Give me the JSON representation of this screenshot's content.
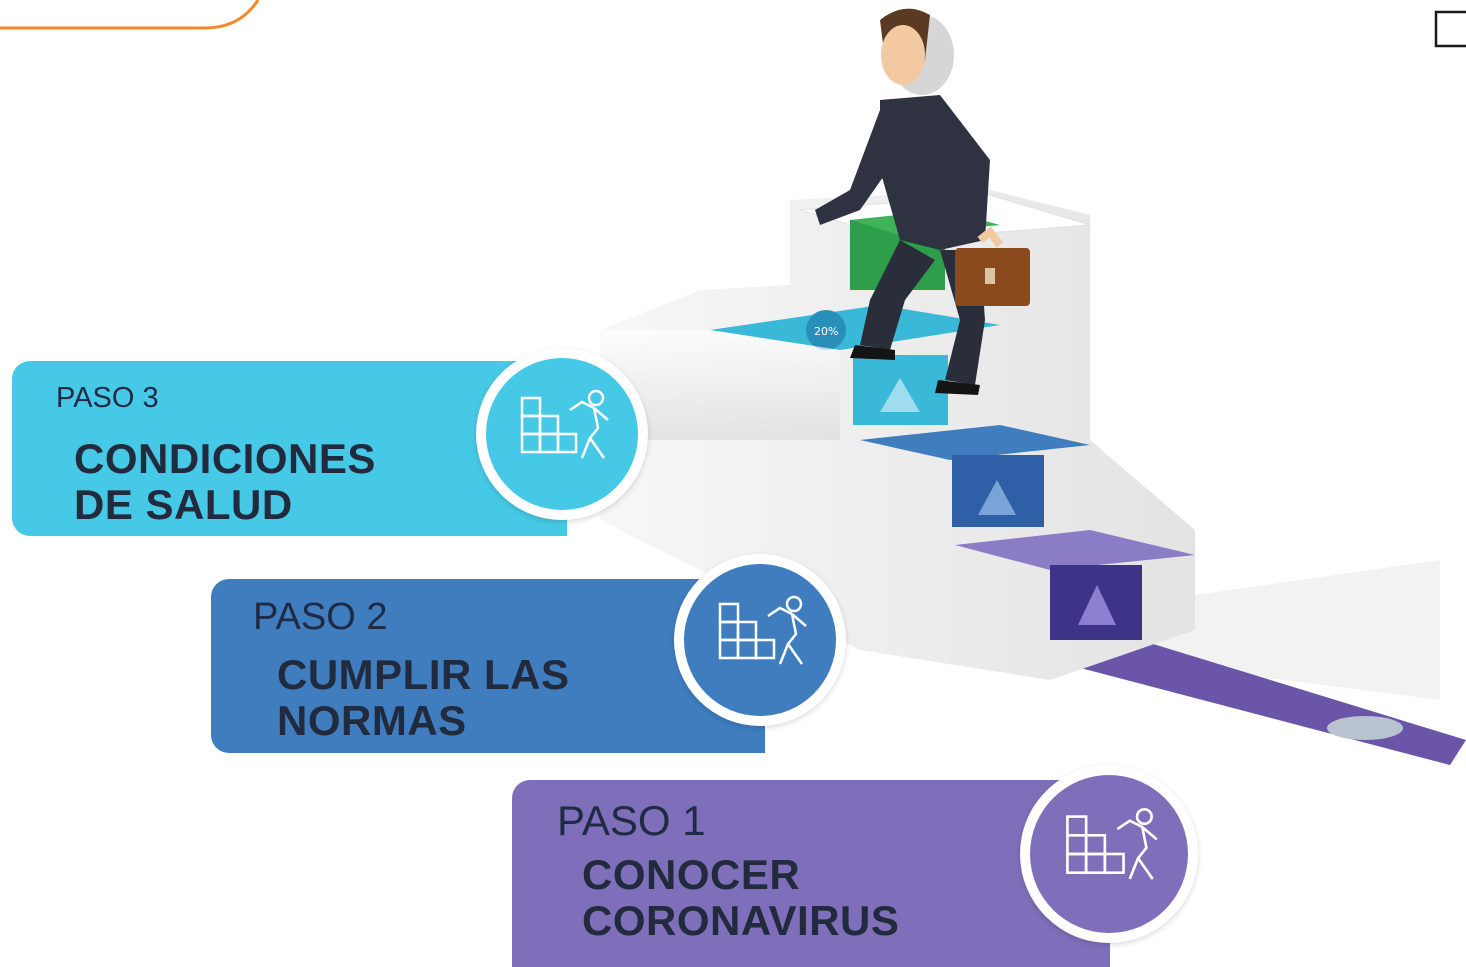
{
  "colors": {
    "step3": "#46c9e6",
    "step2": "#3f7dbf",
    "step1": "#7f6fba",
    "stair_green": "#2f9e4a",
    "stair_cyan": "#3ab8d8",
    "stair_blue": "#2f5fa6",
    "stair_purple": "#5b46a0",
    "corner_orange": "#f08a24"
  },
  "steps": [
    {
      "label": "PASO 3",
      "title_lines": [
        "CONDICIONES",
        "DE SALUD"
      ],
      "icon": "worker-blocks-icon"
    },
    {
      "label": "PASO 2",
      "title_lines": [
        "CUMPLIR LAS",
        "NORMAS"
      ],
      "icon": "worker-blocks-icon"
    },
    {
      "label": "PASO 1",
      "title_lines": [
        "CONOCER",
        "CORONAVIRUS"
      ],
      "icon": "worker-blocks-icon"
    }
  ],
  "illustration": {
    "badge_text": "20%",
    "figure": "businessman-climbing-stairs",
    "decor_top_right": "square-outline-icon"
  }
}
